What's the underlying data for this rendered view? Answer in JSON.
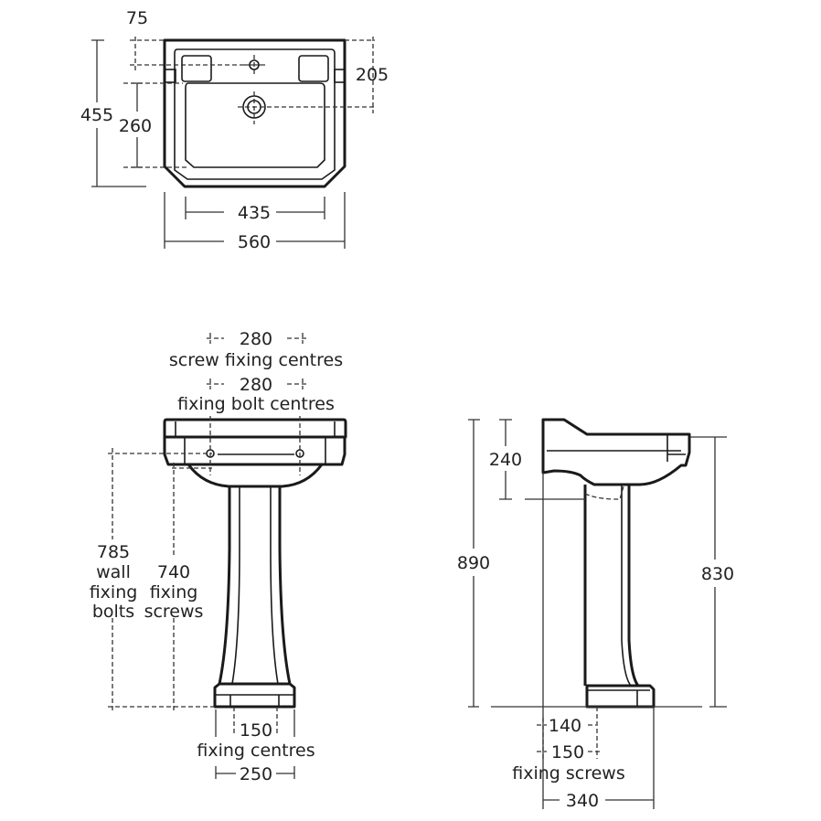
{
  "plan_view": {
    "dim_depth": "455",
    "dim_bowl_depth": "260",
    "dim_tap_offset": "75",
    "dim_waste_offset": "205",
    "dim_bowl_width": "435",
    "dim_overall_width": "560"
  },
  "front_view": {
    "screw_centres_value": "280",
    "screw_centres_label": "screw fixing centres",
    "bolt_centres_value": "280",
    "bolt_centres_label": "fixing bolt centres",
    "wall_bolts": [
      "785",
      "wall",
      "fixing",
      "bolts"
    ],
    "fixing_screws": [
      "740",
      "fixing",
      "screws"
    ],
    "base_centres_value": "150",
    "base_centres_label": "fixing centres",
    "base_width": "250"
  },
  "side_view": {
    "overall_height": "890",
    "basin_height": "240",
    "rim_height": "830",
    "dim_140": "140",
    "dim_150": "150",
    "fixing_screws_label": "fixing screws",
    "projection": "340"
  }
}
